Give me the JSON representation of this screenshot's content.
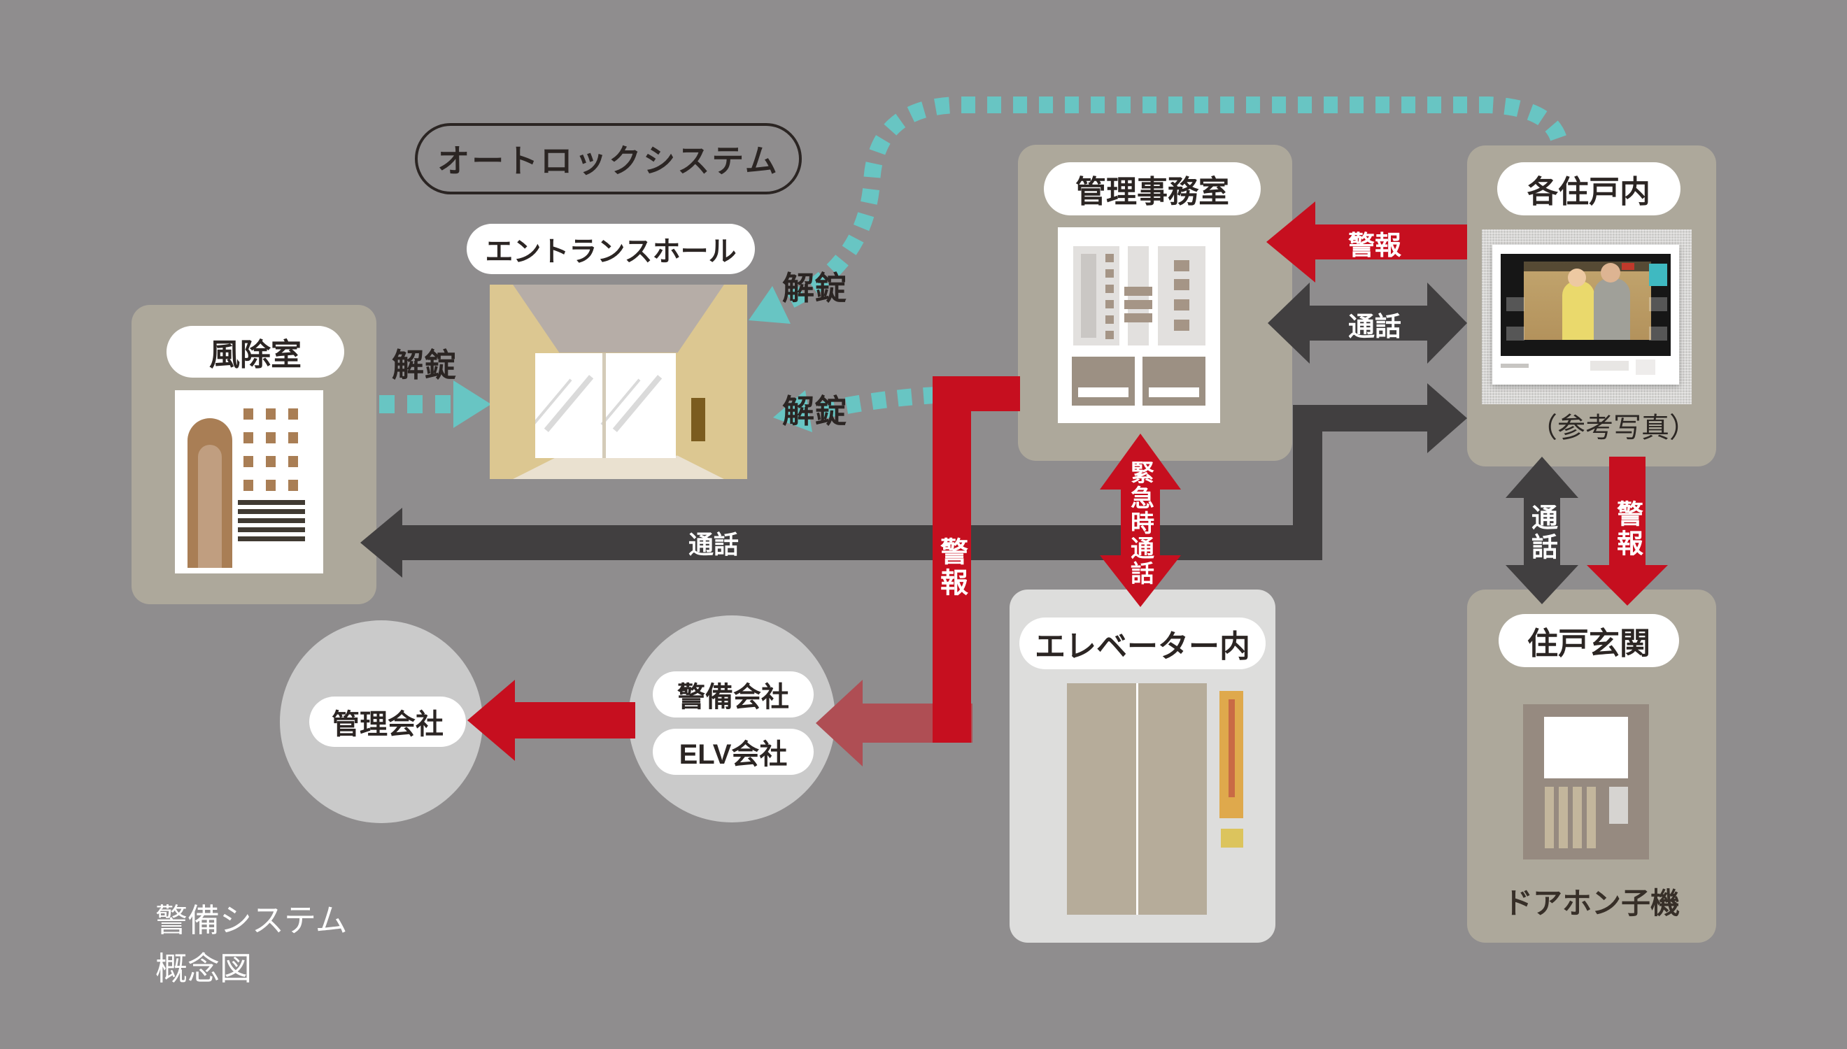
{
  "diagram": {
    "system_title": "オートロックシステム",
    "credit": {
      "line1": "警備システム",
      "line2": "概念図"
    },
    "nodes": {
      "windbreak_room": {
        "label": "風除室"
      },
      "entrance_hall": {
        "label": "エントランスホール"
      },
      "management_office": {
        "label": "管理事務室"
      },
      "each_unit": {
        "label": "各住戸内",
        "caption": "（参考写真）"
      },
      "elevator": {
        "label": "エレベーター内"
      },
      "unit_entrance": {
        "label": "住戸玄関",
        "device": "ドアホン子機"
      },
      "management_company": {
        "label": "管理会社"
      },
      "security_company": {
        "label": "警備会社"
      },
      "elv_company": {
        "label": "ELV会社"
      }
    },
    "flows": {
      "unlock": "解錠",
      "alarm": "警報",
      "call": "通話",
      "emergency_call": "緊急時通話"
    },
    "colors": {
      "background": "#8f8d8e",
      "node_taupe": "#ada89b",
      "elevator_box": "#dddddc",
      "company_circle": "#cacaca",
      "unlock_teal": "#68c5c3",
      "alarm_red": "#c60f1f",
      "alarm_muted_red": "#af4e54",
      "call_dark": "#413f40",
      "text_dark": "#2b2523"
    }
  }
}
